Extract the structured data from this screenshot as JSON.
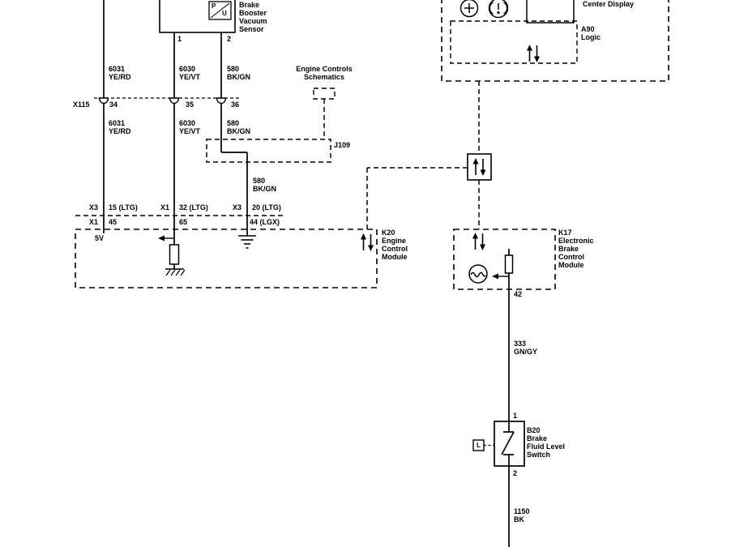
{
  "sensor": {
    "label": "Brake\nBooster\nVacuum\nSensor",
    "pin1": "1",
    "pin2": "2",
    "sym_p": "P",
    "sym_u": "U"
  },
  "wires": {
    "w6031_upper": "6031\nYE/RD",
    "w6030_upper": "6030\nYE/VT",
    "w580_upper": "580\nBK/GN",
    "w6031_lower": "6031\nYE/RD",
    "w6030_lower": "6030\nYE/VT",
    "w580_lower": "580\nBK/GN",
    "w580_mid": "580\nBK/GN",
    "w333": "333\nGN/GY",
    "w1150": "1150\nBK"
  },
  "x115": {
    "name": "X115",
    "pin34": "34",
    "pin35": "35",
    "pin36": "36"
  },
  "engine_controls_ref": "Engine Controls\nSchematics",
  "j109": "J109",
  "k20": {
    "label": "K20\nEngine\nControl\nModule",
    "ref_5v": "5V",
    "pin_top_conn1": "X3",
    "pin_top_1": "15 (LTG)",
    "pin_top_conn2": "X1",
    "pin_top_2": "32 (LTG)",
    "pin_top_conn3": "X3",
    "pin_top_3": "20 (LTG)",
    "pin_bot_conn1": "X1",
    "pin_bot_1": "45",
    "pin_bot_2": "65",
    "pin_bot_3": "44 (LGX)"
  },
  "center_display": {
    "title": "Center Display",
    "a90_label": "A90\nLogic"
  },
  "k17": {
    "label": "K17\nElectronic\nBrake\nControl\nModule",
    "pin42": "42"
  },
  "b20": {
    "label": "B20\nBrake\nFluid Level\nSwitch",
    "pin1": "1",
    "pin2": "2",
    "l_marker": "L"
  },
  "wire_1150_color": "BK"
}
